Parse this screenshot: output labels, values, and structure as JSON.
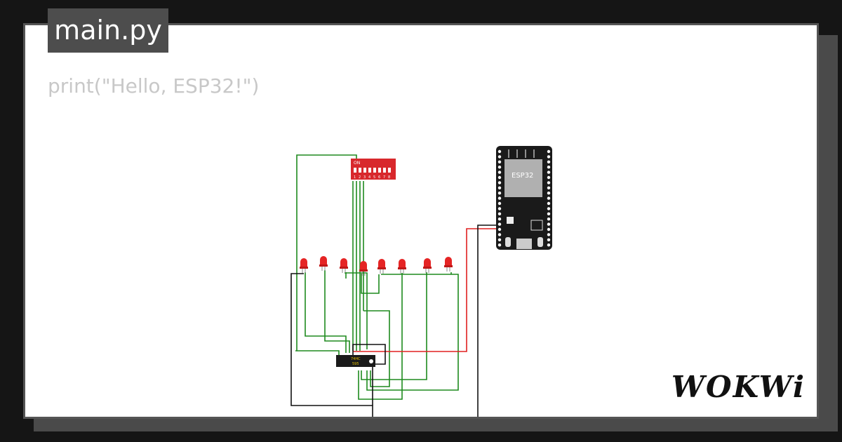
{
  "editor": {
    "tab_label": "main.py",
    "code": "print(\"Hello, ESP32!\")"
  },
  "circuit": {
    "dip_switch_label": "ON",
    "dip_switch_numbers": [
      "1",
      "2",
      "3",
      "4",
      "5",
      "6",
      "7",
      "8"
    ],
    "esp32_label": "ESP32",
    "chip_label_1": "74HC",
    "chip_label_2": "595",
    "led_count": 8,
    "colors": {
      "wire_green": "#1e8a1e",
      "wire_red": "#e02020",
      "wire_black": "#111111",
      "led_red": "#e52424",
      "dip_red": "#d8282c",
      "board_black": "#1a1a1a"
    }
  },
  "branding": {
    "logo_text": "WOKWi"
  }
}
